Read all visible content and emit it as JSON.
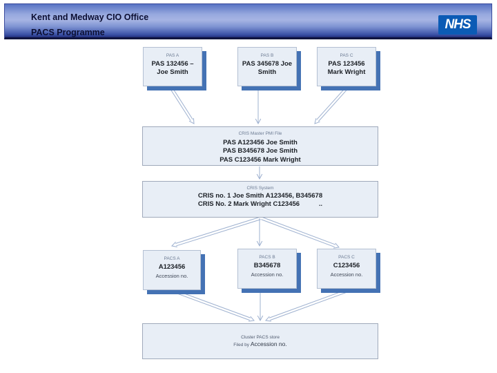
{
  "header": {
    "title_line1": "Kent and Medway CIO Office",
    "title_line2": "PACS Programme",
    "nhs_logo_text": "NHS"
  },
  "diagram": {
    "top_boxes": [
      {
        "caption": "PAS A",
        "text": "PAS 132456 – Joe Smith"
      },
      {
        "caption": "PAS B",
        "text": "PAS 345678 Joe Smith"
      },
      {
        "caption": "PAS C",
        "text": "PAS 123456 Mark Wright"
      }
    ],
    "master_box": {
      "caption": "CRIS Master PMI File",
      "lines": [
        "PAS A123456 Joe Smith",
        "PAS B345678 Joe Smith",
        "PAS C123456 Mark Wright"
      ]
    },
    "cris_box": {
      "caption": "CRIS System",
      "lines": [
        "CRIS no. 1 Joe Smith A123456, B345678",
        "CRIS No. 2 Mark Wright C123456"
      ],
      "trailing_mark": ".."
    },
    "pacs_boxes": [
      {
        "caption": "PACS A",
        "id": "A123456",
        "sub": "Accession no."
      },
      {
        "caption": "PACS B",
        "id": "B345678",
        "sub": "Accession no."
      },
      {
        "caption": "PACS C",
        "id": "C123456",
        "sub": "Accession no."
      }
    ],
    "store_box": {
      "caption": "Cluster PACS store",
      "line2_prefix": "Filed by",
      "line2_main": "Accession no."
    },
    "colors": {
      "box_fill": "#e8eef6",
      "box_shadow": "#4472b4",
      "arrow": "#9db0cf",
      "nhs_blue": "#0b5bb5"
    }
  }
}
